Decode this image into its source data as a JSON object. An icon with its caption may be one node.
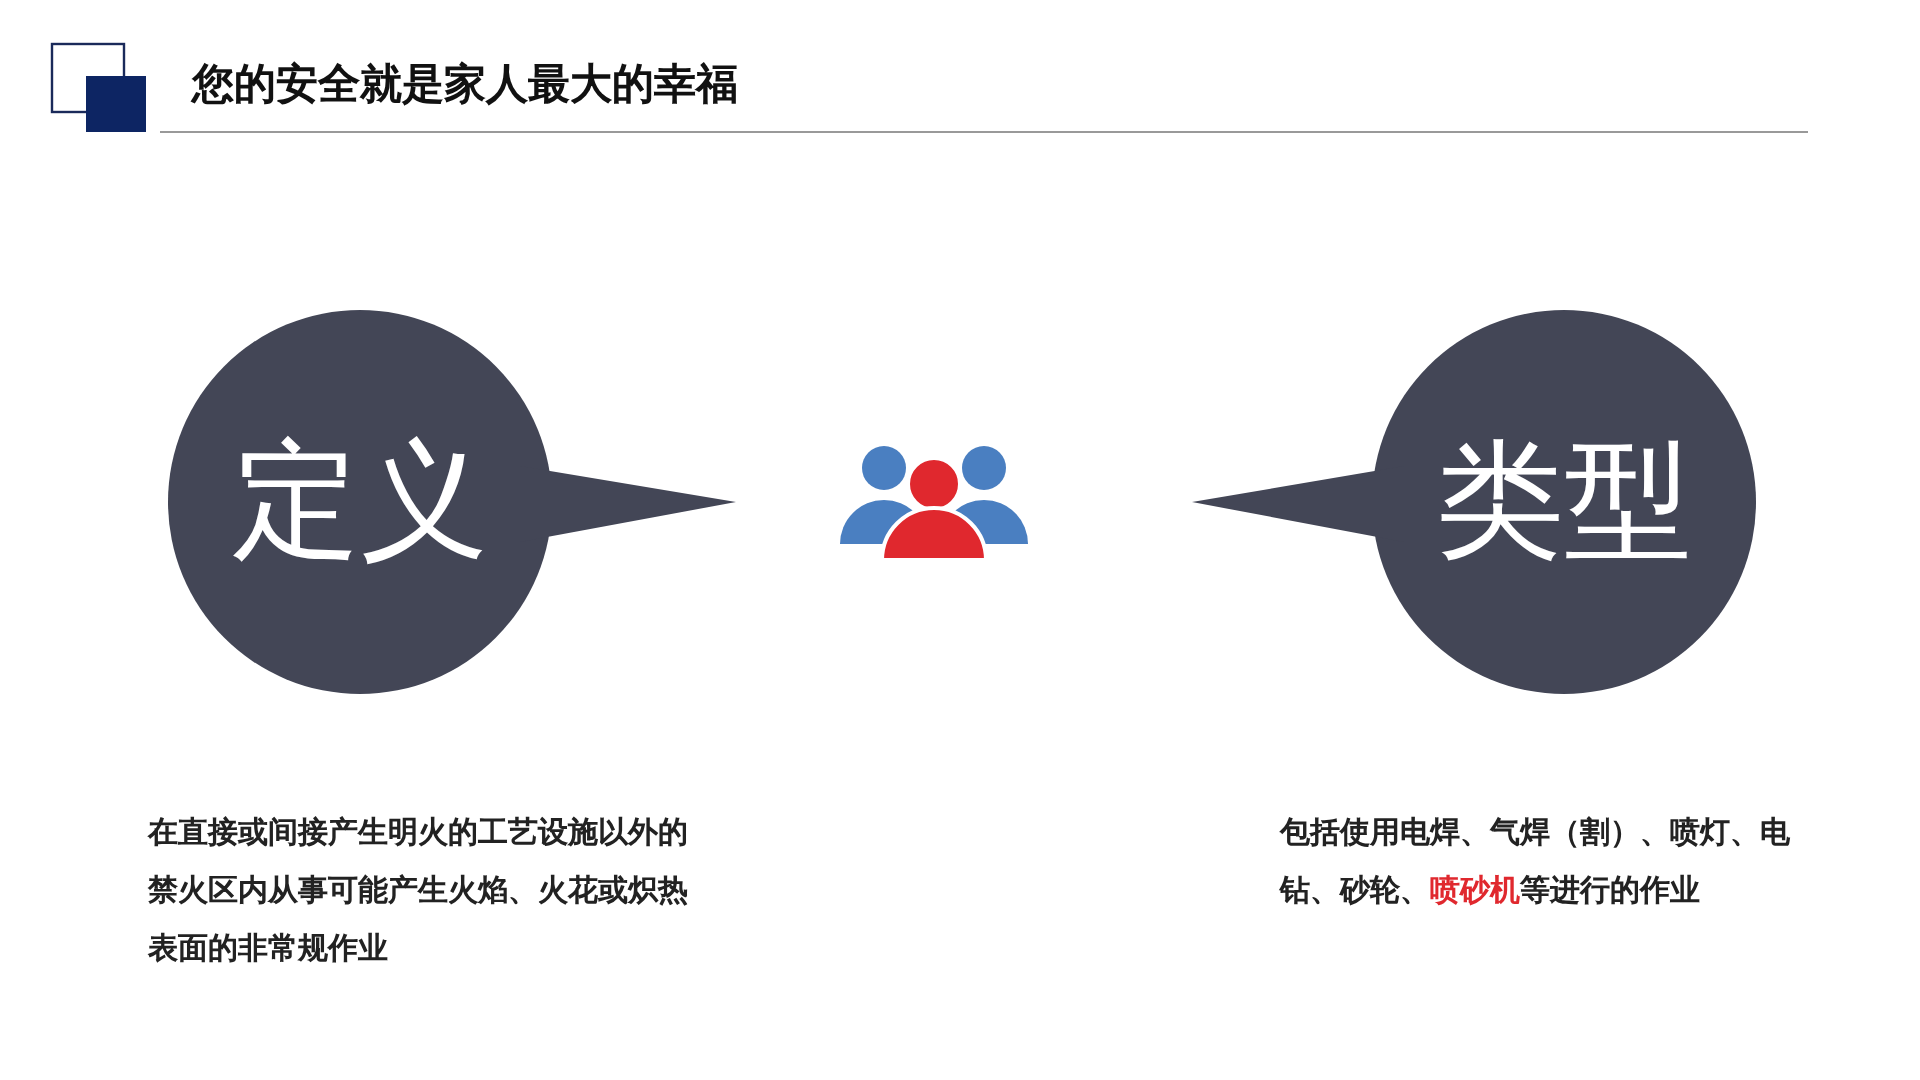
{
  "diagram": {
    "title": "您的安全就是家人最大的幸福",
    "nodes": [
      {
        "text": [
          "定义"
        ]
      },
      {
        "text": [
          "类型"
        ]
      }
    ],
    "labels": [
      "在直接或间接产生明火的工艺设施以外的禁火区内从事可能产生火焰、火花或炽热表面的非常规作业",
      "包括使用电焊、气焊（割）、喷灯、电钻、砂轮、**喷砂机**等进行的作业"
    ]
  }
}
